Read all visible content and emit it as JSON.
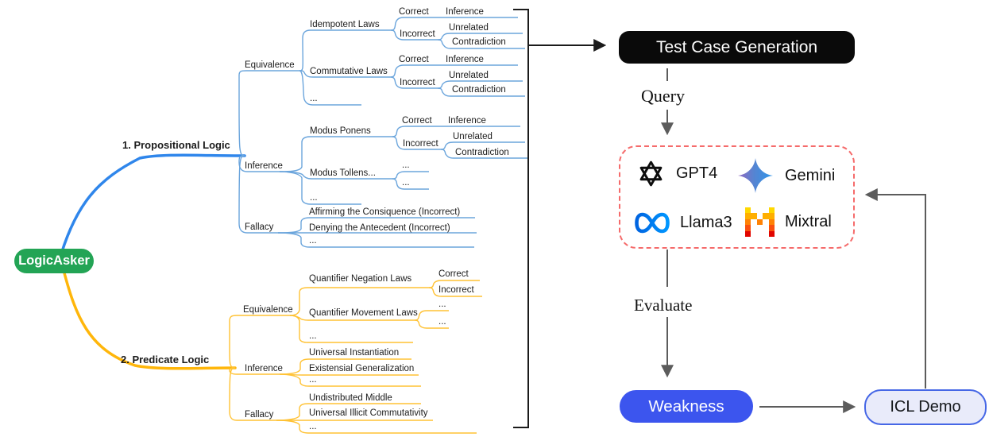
{
  "mindmap": {
    "root": "LogicAsker",
    "branches": [
      {
        "label": "1. Propositional Logic",
        "children": [
          {
            "label": "Equivalence",
            "children": [
              {
                "label": "Idempotent Laws",
                "children": [
                  {
                    "label": "Correct",
                    "children": [
                      {
                        "label": "Inference"
                      }
                    ]
                  },
                  {
                    "label": "Incorrect",
                    "children": [
                      {
                        "label": "Unrelated"
                      },
                      {
                        "label": "Contradiction"
                      }
                    ]
                  }
                ]
              },
              {
                "label": "Commutative Laws",
                "children": [
                  {
                    "label": "Correct",
                    "children": [
                      {
                        "label": "Inference"
                      }
                    ]
                  },
                  {
                    "label": "Incorrect",
                    "children": [
                      {
                        "label": "Unrelated"
                      },
                      {
                        "label": "Contradiction"
                      }
                    ]
                  }
                ]
              },
              {
                "label": "..."
              }
            ]
          },
          {
            "label": "Inference",
            "children": [
              {
                "label": "Modus Ponens",
                "children": [
                  {
                    "label": "Correct",
                    "children": [
                      {
                        "label": "Inference"
                      }
                    ]
                  },
                  {
                    "label": "Incorrect",
                    "children": [
                      {
                        "label": "Unrelated"
                      },
                      {
                        "label": "Contradiction"
                      }
                    ]
                  }
                ]
              },
              {
                "label": "Modus Tollens...",
                "children": [
                  {
                    "label": "..."
                  },
                  {
                    "label": "..."
                  }
                ]
              },
              {
                "label": "..."
              }
            ]
          },
          {
            "label": "Fallacy",
            "children": [
              {
                "label": "Affirming the Consiquence (Incorrect)"
              },
              {
                "label": "Denying the Antecedent (Incorrect)"
              },
              {
                "label": "..."
              }
            ]
          }
        ]
      },
      {
        "label": "2. Predicate Logic",
        "children": [
          {
            "label": "Equivalence",
            "children": [
              {
                "label": "Quantifier Negation Laws",
                "children": [
                  {
                    "label": "Correct"
                  },
                  {
                    "label": "Incorrect"
                  }
                ]
              },
              {
                "label": "Quantifier Movement Laws",
                "children": [
                  {
                    "label": "..."
                  },
                  {
                    "label": "..."
                  }
                ]
              },
              {
                "label": "..."
              }
            ]
          },
          {
            "label": "Inference",
            "children": [
              {
                "label": "Universal Instantiation"
              },
              {
                "label": "Existensial Generalization"
              },
              {
                "label": "..."
              }
            ]
          },
          {
            "label": "Fallacy",
            "children": [
              {
                "label": "Undistributed Middle"
              },
              {
                "label": "Universal Illicit Commutativity"
              },
              {
                "label": "..."
              }
            ]
          }
        ]
      }
    ]
  },
  "flowchart": {
    "test_case_generation": "Test Case Generation",
    "query_label": "Query",
    "evaluate_label": "Evaluate",
    "weakness_label": "Weakness",
    "icl_demo_label": "ICL Demo",
    "models": [
      {
        "name": "GPT4",
        "icon": "openai-logo"
      },
      {
        "name": "Gemini",
        "icon": "gemini-logo"
      },
      {
        "name": "Llama3",
        "icon": "meta-logo"
      },
      {
        "name": "Mixtral",
        "icon": "mistral-logo"
      }
    ]
  },
  "colors": {
    "propositional_branch": "#2F86EB",
    "propositional_lines": "#6BA5DC",
    "predicate_branch": "#FFB60A",
    "predicate_lines": "#FFC234",
    "root_green": "#23A455",
    "black_box": "#0A0A0A",
    "models_dashed_border": "#F56B6B",
    "weakness_blue": "#3C55EE",
    "icl_fill": "#E9EBFA",
    "icl_border": "#4667E6",
    "arrow_gray": "#5C5C5C"
  }
}
